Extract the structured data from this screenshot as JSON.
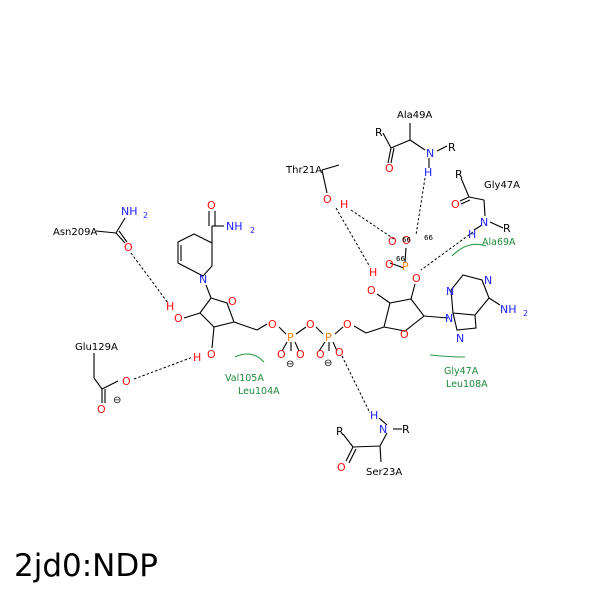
{
  "title": "2jd0:NDP",
  "colors": {
    "O": "#ff0d0d",
    "N": "#2020ff",
    "P": "#ff8000",
    "C": "#000000",
    "contact": "#1d8a3a"
  },
  "residues": {
    "asn209": "Asn209A",
    "glu129": "Glu129A",
    "thr21": "Thr21A",
    "ala49": "Ala49A",
    "gly47_top": "Gly47A",
    "ser23": "Ser23A"
  },
  "contacts": {
    "ala69": "Ala69A",
    "val105": "Val105A",
    "leu104": "Leu104A",
    "gly47": "Gly47A",
    "leu108": "Leu108A"
  },
  "distances": {
    "d1": "66",
    "d2": "66",
    "d3": "66"
  },
  "symbols": {
    "O": "O",
    "N": "N",
    "H": "H",
    "P": "P",
    "R": "R",
    "NH2": "NH",
    "sub2": "2",
    "minus": "⊖"
  }
}
